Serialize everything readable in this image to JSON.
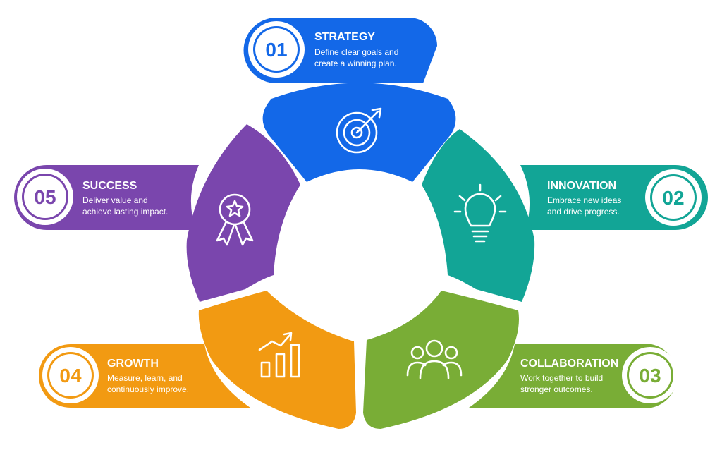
{
  "colors": {
    "strategy": "#1368e8",
    "innovation": "#12a596",
    "collaboration": "#79ad36",
    "growth": "#f29a12",
    "success": "#7a46ad"
  },
  "steps": [
    {
      "number": "01",
      "title": "STRATEGY",
      "desc_line1": "Define clear goals and",
      "desc_line2": "create a winning plan.",
      "icon": "target-arrow-icon"
    },
    {
      "number": "02",
      "title": "INNOVATION",
      "desc_line1": "Embrace new ideas",
      "desc_line2": "and drive progress.",
      "icon": "lightbulb-icon"
    },
    {
      "number": "03",
      "title": "COLLABORATION",
      "desc_line1": "Work together to build",
      "desc_line2": "stronger outcomes.",
      "icon": "team-icon"
    },
    {
      "number": "04",
      "title": "GROWTH",
      "desc_line1": "Measure, learn, and",
      "desc_line2": "continuously improve.",
      "icon": "growth-chart-icon"
    },
    {
      "number": "05",
      "title": "SUCCESS",
      "desc_line1": "Deliver value and",
      "desc_line2": "achieve lasting impact.",
      "icon": "award-ribbon-icon"
    }
  ]
}
